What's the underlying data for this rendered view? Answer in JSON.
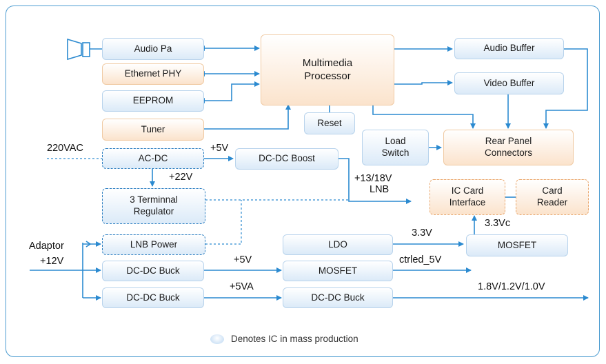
{
  "blocks": {
    "audio_pa": "Audio Pa",
    "ethernet_phy": "Ethernet PHY",
    "eeprom": "EEPROM",
    "tuner": "Tuner",
    "multimedia_line1": "Multimedia",
    "multimedia_line2": "Processor",
    "reset": "Reset",
    "audio_buffer": "Audio Buffer",
    "video_buffer": "Video Buffer",
    "load_switch_line1": "Load",
    "load_switch_line2": "Switch",
    "rear_panel_line1": "Rear Panel",
    "rear_panel_line2": "Connectors",
    "ac_dc": "AC-DC",
    "dcdc_boost": "DC-DC Boost",
    "regulator_line1": "3 Terminnal",
    "regulator_line2": "Regulator",
    "ic_card_line1": "IC Card",
    "ic_card_line2": "Interface",
    "card_reader_line1": "Card",
    "card_reader_line2": "Reader",
    "lnb_power": "LNB Power",
    "ldo": "LDO",
    "mosfet_right": "MOSFET",
    "dcdc_buck_1": "DC-DC Buck",
    "mosfet_mid": "MOSFET",
    "dcdc_buck_2": "DC-DC Buck",
    "dcdc_buck_3": "DC-DC Buck"
  },
  "labels": {
    "vac220": "220VAC",
    "plus5v_top": "+5V",
    "plus22v": "+22V",
    "lnb_v_line1": "+13/18V",
    "lnb_v_line2": "LNB",
    "v33": "3.3V",
    "v33c": "3.3Vc",
    "adaptor": "Adaptor",
    "plus12v": "+12V",
    "plus5v_mid": "+5V",
    "ctrled": "ctrled_5V",
    "plus5va": "+5VA",
    "out_rails": "1.8V/1.2V/1.0V"
  },
  "legend": {
    "text": "Denotes IC in mass production"
  },
  "colors": {
    "line": "#2b8ad0",
    "frame": "#4a9bd0",
    "ic_blue": "#dbeaf8",
    "ic_orange": "#fbe3cc"
  }
}
